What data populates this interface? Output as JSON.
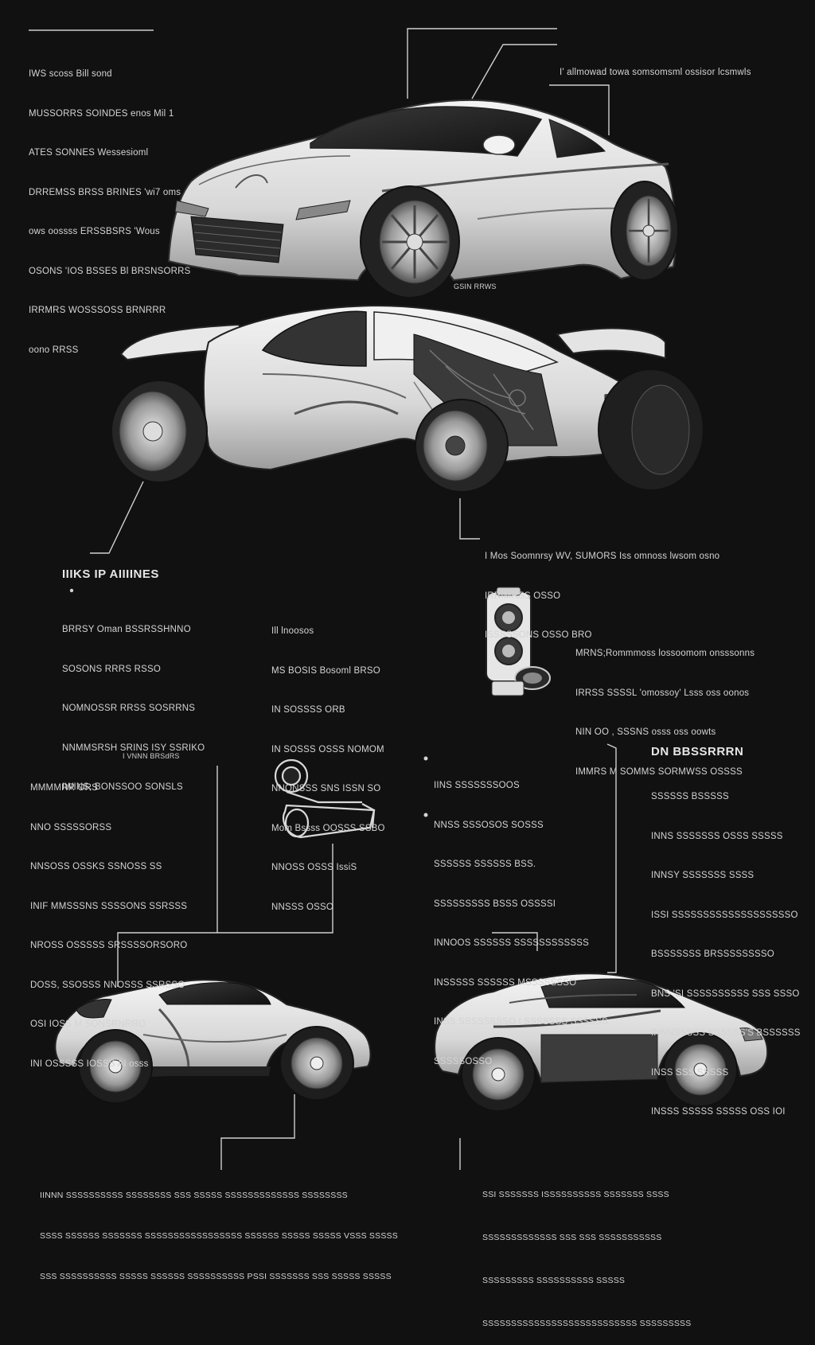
{
  "texts": {
    "tl": [
      "IWS scoss Bill sond",
      "MUSSORRS SOINDES enos Mil 1",
      "ATES SONNES Wessesioml",
      "DRREMSS BRSS BRINES 'wi7 oms",
      "ows oossss ERSSBSRS 'Wous",
      "OSONS 'IOS BSSES Bl BRSNSORRS",
      "IRRMRS WOSSSOSS BRNRRR",
      "oono RRSS"
    ],
    "tr": [
      "I' allmowad towa somsomsml ossisor lcsmwls"
    ],
    "under_car1": "GSIN RRWS",
    "mr": [
      "I Mos Soomnrsy WV, SUMORS Iss omnoss lwsom osno",
      "IRRIMRSS OSSO",
      "ISSSSSONS OSSO BRO"
    ],
    "section_heading": "IIIKS IP AIIIINES",
    "ml": [
      "BRRSY Oman BSSRSSHNNO",
      "SOSONS RRRS RSSO",
      "NOMNOSSR RRSS SOSRRNS",
      "NNMMSRSH SRINS ISY SSRIKO",
      "IWINS, BONSSOO SONSLS"
    ],
    "mc": [
      "Ill lnoosos",
      "MS BOSIS Bosoml BRSO",
      "IN SOSSSS ORB",
      "IN SOSSS OSSS NOMOM",
      "NNONSSS SNS ISSN SO",
      "Mom Bssss OOSSS SSBO",
      "NNOSS OSSS IssiS",
      "NNSSS OSSO"
    ],
    "mr2": [
      "MRNS;Rommmoss lossoomom onsssonns",
      "IRRSS SSSSL 'omossoy' Lsss oss oonos",
      "NIN OO , SSSNS osss oss oowts",
      "IMMRS M SOMMS SORMWSS OSSSS"
    ],
    "bl_small": "I VNNN BRSdRS",
    "bl": [
      "MMMMRR ORS",
      "NNO SSSSSORSS",
      "NNSOSS OSSKS SSNOSS SS",
      "INIF MMSSSNS SSSSONS SSRSSS",
      "NROSS OSSSSS SRSSSSORSORO",
      "DOSS, SSOSSS NNOSSS SSRSSO",
      "OSI IOSS M SONSRNRRO",
      "INI OSSSSS IOSSS AI osss"
    ],
    "bc": [
      "IINS SSSSSSSOOS",
      "NNSS SSSOSOS SOSSS",
      "SSSSSS SSSSSS BSS.",
      "SSSSSSSSS BSSS OSSSSI",
      "INNOOS SSSSSS SSSSSSSSSSSS",
      "INSSSSS SSSSSS MSSSSSSSO",
      "INSS SSSSSSSSO I SSSSSSS SSSSSS",
      "SSSSSOSSO"
    ],
    "br_heading": "DN BBSSRRRN",
    "br": [
      "SSSSSS BSSSSS",
      "INNS SSSSSSS OSSS SSSSS",
      "INNSY SSSSSSS SSSS",
      "ISSI SSSSSSSSSSSSSSSSSSSO",
      "BSSSSSSS BRSSSSSSSSO",
      "BNS 'SI SSSSSSSSSS SSS SSSO",
      "INNNSSSSS SSSSSS'S BSSSSSS",
      "INSS SSS SSSSS",
      "INSSS SSSSS SSSSS OSS IOI"
    ],
    "foot_l": [
      "IINNN SSSSSSSSSS SSSSSSSS SSS SSSSS SSSSSSSSSSSSS SSSSSSSS",
      "SSSS SSSSSS SSSSSSS SSSSSSSSSSSSSSSSS SSSSSS SSSSS SSSSS VSSS SSSSS",
      "SSS SSSSSSSSSS SSSSS SSSSSS SSSSSSSSSS PSSI SSSSSSS SSS SSSSS SSSSS"
    ],
    "foot_r": [
      "SSI SSSSSSS ISSSSSSSSSS SSSSSSS SSSS",
      "SSSSSSSSSSSSS SSS SSS SSSSSSSSSSS",
      "SSSSSSSSS SSSSSSSSSS SSSSS",
      "SSSSSSSSSSSSSSSSSSSSSSSSSSS SSSSSSSSS"
    ]
  },
  "colors": {
    "background": "#111111",
    "line": "#cfcfcf",
    "body_light": "#e9e9e9",
    "body_shade": "#9a9a9a",
    "tire": "#2a2a2a"
  },
  "icons": [
    "headlight-unit-icon",
    "mirror-part-icon"
  ]
}
